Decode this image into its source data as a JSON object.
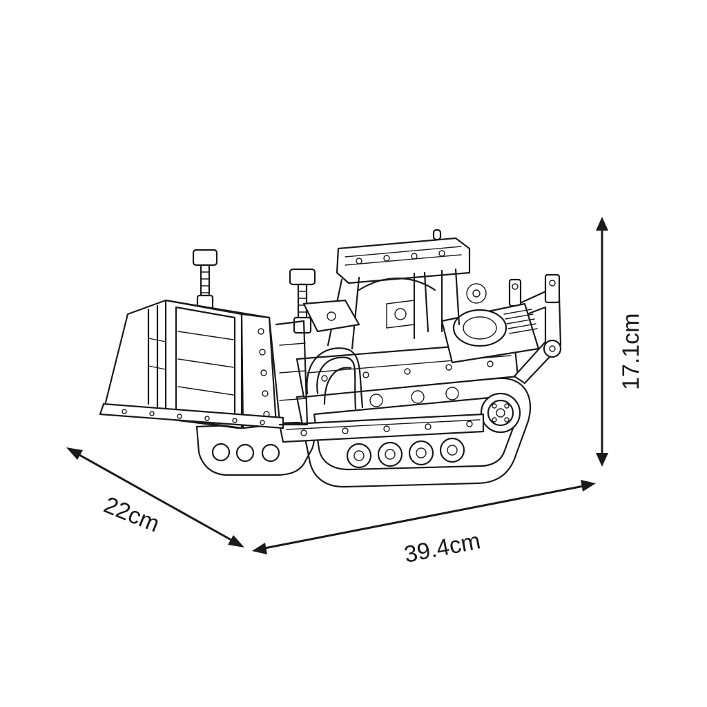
{
  "dimensions": {
    "depth": {
      "value": 22,
      "unit": "cm",
      "label": "22cm"
    },
    "length": {
      "value": 39.4,
      "unit": "cm",
      "label": "39.4cm"
    },
    "height": {
      "value": 17.1,
      "unit": "cm",
      "label": "17.1cm"
    }
  },
  "colors": {
    "line": "#1a1a1a",
    "background": "#ffffff"
  }
}
